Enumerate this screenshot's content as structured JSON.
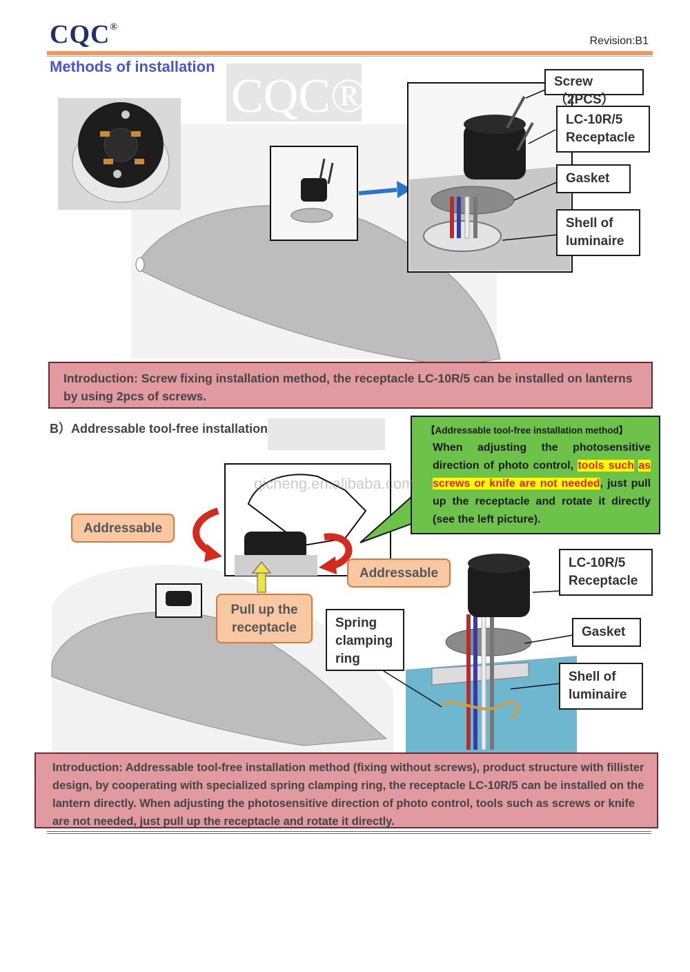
{
  "header": {
    "logo": "CQC",
    "logo_reg": "®",
    "revision": "Revision:B1",
    "title": "Methods of installation"
  },
  "top_section": {
    "labels": {
      "screw": "Screw（2PCS）",
      "receptacle_line1": "LC-10R/5",
      "receptacle_line2": "Receptacle",
      "gasket": "Gasket",
      "shell_line1": "Shell of",
      "shell_line2": "luminaire"
    },
    "intro": "Introduction: Screw fixing installation method, the receptacle LC-10R/5 can be installed on lanterns by using 2pcs of screws."
  },
  "section_b": {
    "heading": "B）Addressable tool-free installation method:",
    "callout_title": "【Addressable tool-free installation method】",
    "callout_text_1": "When adjusting the photosensitive direction of photo control, ",
    "callout_highlight_1": "tools such",
    "callout_highlight_2": "as screws or knife are not needed",
    "callout_text_2": ", just pull up the receptacle and rotate it directly (see the left picture).",
    "addressable_left": "Addressable",
    "addressable_right": "Addressable",
    "pull_up_line1": "Pull up the",
    "pull_up_line2": "receptacle",
    "spring_line1": "Spring",
    "spring_line2": "clamping",
    "spring_line3": "ring",
    "receptacle_line1": "LC-10R/5",
    "receptacle_line2": "Receptacle",
    "gasket": "Gasket",
    "shell_line1": "Shell of",
    "shell_line2": "luminaire",
    "intro": "Introduction: Addressable tool-free installation method (fixing without screws), product structure with fillister design, by cooperating with specialized spring clamping ring, the receptacle LC-10R/5 can be installed on the lantern directly. When adjusting the photosensitive direction of photo control, tools such as screws or knife are not needed, just pull up the receptacle and rotate it directly."
  },
  "watermark": "qicheng.en.alibaba.com",
  "colors": {
    "title_blue": "#4656d6",
    "orange_line": "#ee9a5e",
    "scroll_pink": "#e09aa0",
    "callout_green": "#6dc24a",
    "highlight_yellow": "#ffff00",
    "highlight_red_text": "#e8231b",
    "arrow_red": "#d42a1e",
    "arrow_blue": "#2a77c8"
  }
}
